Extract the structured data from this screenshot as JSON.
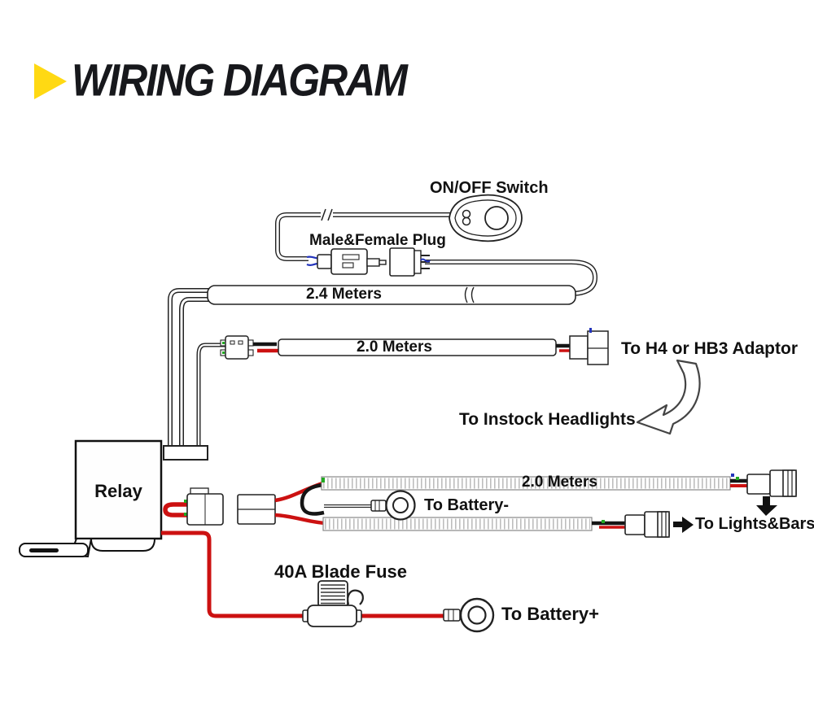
{
  "header": {
    "title": "WIRING DIAGRAM"
  },
  "labels": {
    "switch": "ON/OFF Switch",
    "plug": "Male&Female Plug",
    "wire_24m": "2.4 Meters",
    "wire_20m_h4": "2.0 Meters",
    "h4_adaptor": "To H4 or HB3 Adaptor",
    "instock_headlights": "To Instock Headlights",
    "relay": "Relay",
    "wire_20m_lights": "2.0 Meters",
    "battery_neg": "To Battery-",
    "lights_bars": "To Lights&Bars",
    "blade_fuse": "40A Blade Fuse",
    "battery_pos": "To Battery+"
  },
  "colors": {
    "accent_yellow": "#ffd913",
    "wire_red": "#cc1111",
    "wire_black": "#151515",
    "outline": "#222222",
    "pin_blue": "#2233bb",
    "pin_green": "#22aa22"
  }
}
